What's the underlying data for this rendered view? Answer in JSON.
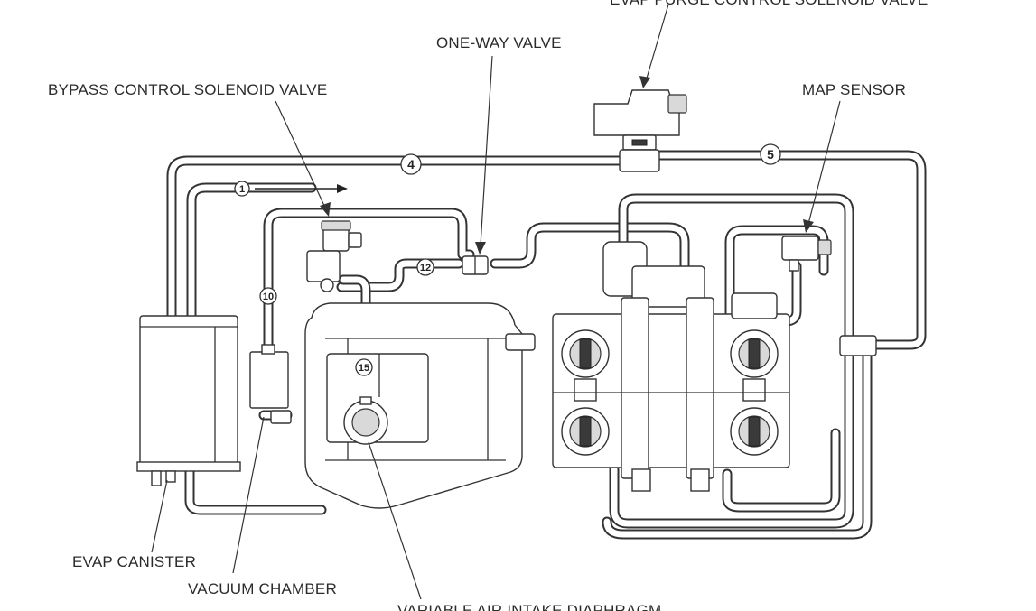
{
  "labels": {
    "purge_valve": "EVAP PURGE CONTROL SOLENOID VALVE",
    "one_way_valve": "ONE-WAY VALVE",
    "bypass_valve": "BYPASS CONTROL SOLENOID VALVE",
    "map_sensor": "MAP SENSOR",
    "evap_canister": "EVAP CANISTER",
    "vacuum_chamber": "VACUUM CHAMBER",
    "air_intake_diaphragm": "VARIABLE AIR INTAKE DIAPHRAGM"
  },
  "hose_numbers": {
    "h1": "1",
    "h4": "4",
    "h5": "5",
    "h10": "10",
    "h12": "12",
    "h15": "15"
  }
}
